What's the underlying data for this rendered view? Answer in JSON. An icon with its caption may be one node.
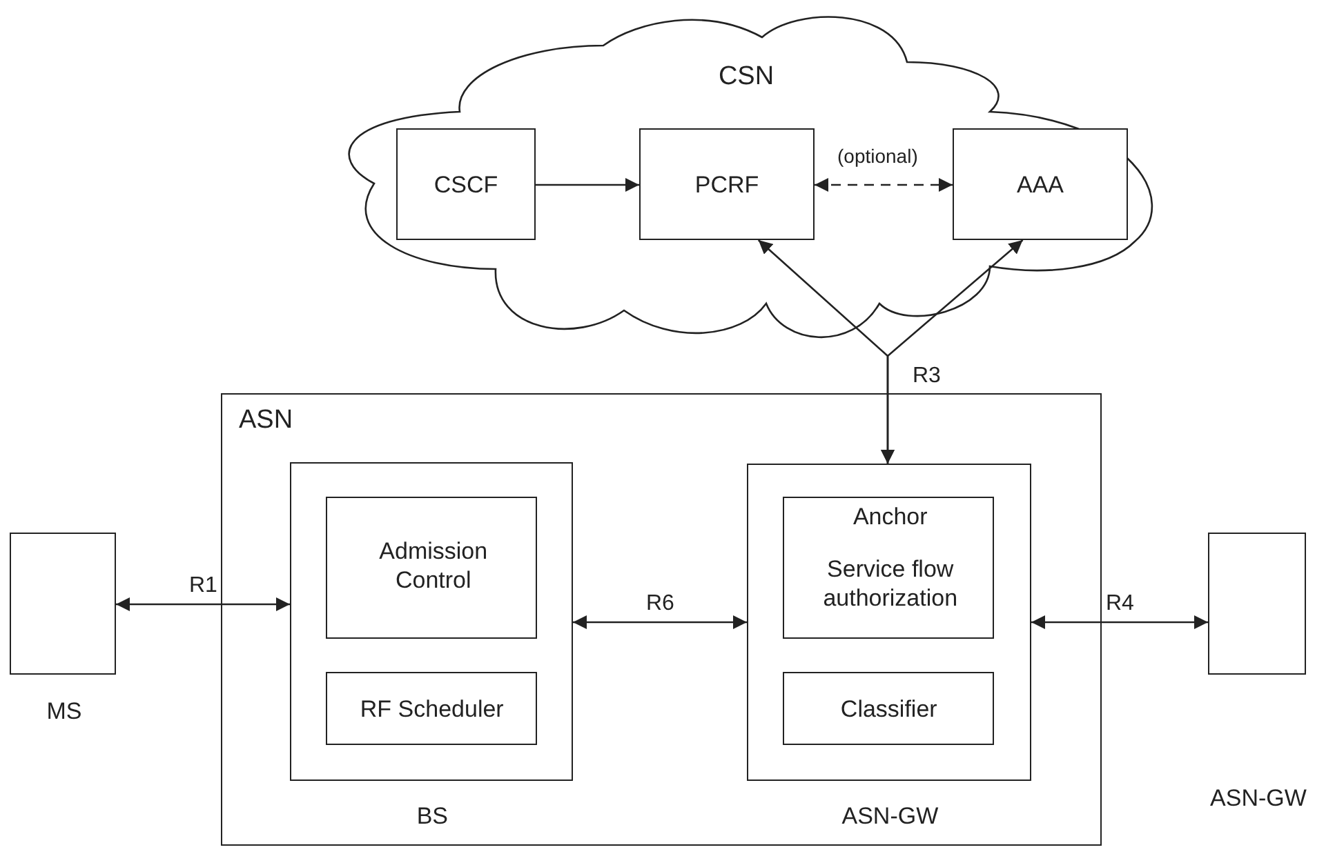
{
  "diagram": {
    "nodes": [
      {
        "text": [
          "CSN"
        ]
      },
      {
        "text": [
          "CSCF"
        ],
        "in": 0
      },
      {
        "text": [
          "PCRF"
        ],
        "in": 0
      },
      {
        "text": [
          "AAA"
        ],
        "in": 0
      },
      {
        "text": [
          "ASN"
        ]
      },
      {
        "text": [
          "BS"
        ],
        "in": 4
      },
      {
        "text": [
          "Admission Control"
        ],
        "in": 5
      },
      {
        "text": [
          "RF Scheduler"
        ],
        "in": 5
      },
      {
        "text": [
          "ASN-GW"
        ],
        "in": 4
      },
      {
        "text": [
          "Anchor",
          "Service flow authorization"
        ],
        "in": 8
      },
      {
        "text": [
          "Classifier"
        ],
        "in": 8
      },
      {
        "text": [
          "MS"
        ]
      },
      {
        "text": [
          "ASN-GW"
        ]
      }
    ],
    "edges": [
      {
        "from": 1,
        "to": 2,
        "arrow": "to"
      },
      {
        "from": 2,
        "to": 3,
        "arrow": "both",
        "label": "(optional)",
        "style": "dashed"
      },
      {
        "from": 8,
        "to": 2,
        "arrow": "both",
        "label": "R3"
      },
      {
        "from": 8,
        "to": 3,
        "arrow": "both"
      },
      {
        "from": 11,
        "to": 5,
        "arrow": "both",
        "label": "R1"
      },
      {
        "from": 5,
        "to": 8,
        "arrow": "both",
        "label": "R6"
      },
      {
        "from": 8,
        "to": 12,
        "arrow": "both",
        "label": "R4"
      }
    ]
  }
}
